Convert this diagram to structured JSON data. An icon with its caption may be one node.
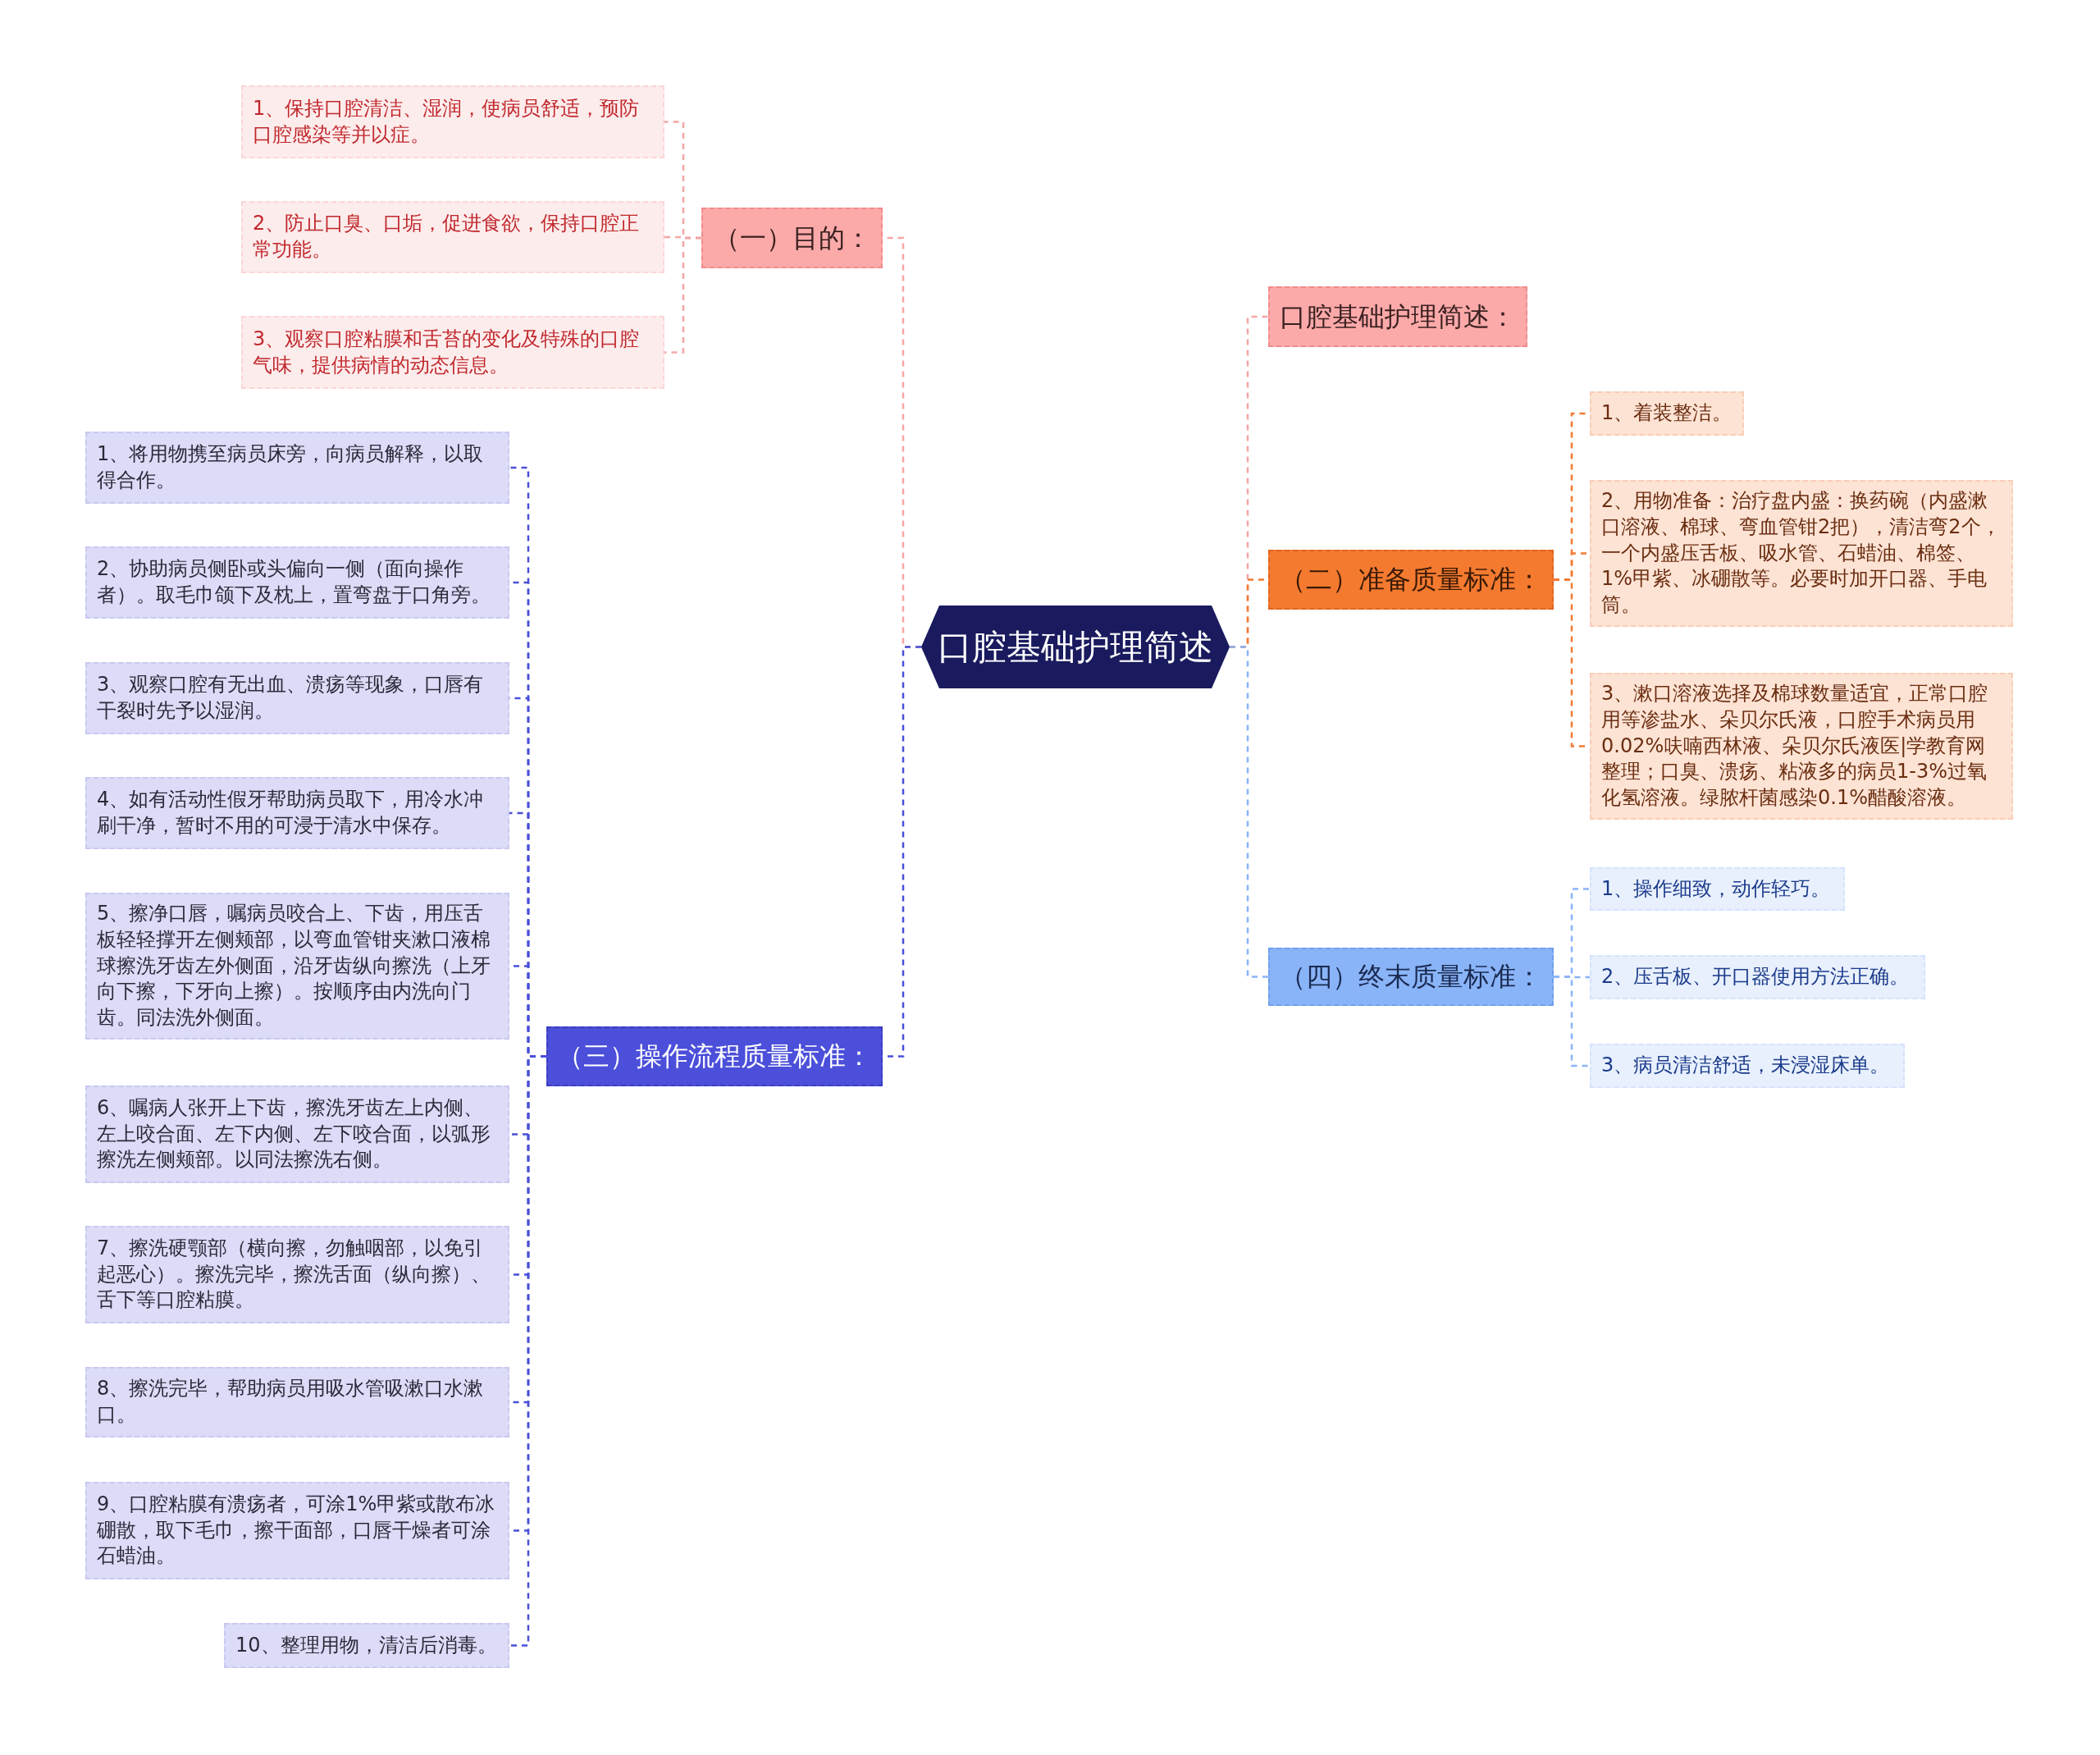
{
  "diagram": {
    "nodes": [
      {
        "text": [
          "口腔基础护理简述"
        ]
      },
      {
        "text": [
          "（一）目的："
        ]
      },
      {
        "text": [
          "1、保持口腔清洁、湿润，使病员舒适，预防口腔感染等并以症。"
        ]
      },
      {
        "text": [
          "2、防止口臭、口垢，促进食欲，保持口腔正常功能。"
        ]
      },
      {
        "text": [
          "3、观察口腔粘膜和舌苔的变化及特殊的口腔气味，提供病情的动态信息。"
        ]
      },
      {
        "text": [
          "（三）操作流程质量标准："
        ]
      },
      {
        "text": [
          "1、将用物携至病员床旁，向病员解释，以取得合作。"
        ]
      },
      {
        "text": [
          "2、协助病员侧卧或头偏向一侧（面向操作者）。取毛巾颌下及枕上，置弯盘于口角旁。"
        ]
      },
      {
        "text": [
          "3、观察口腔有无出血、溃疡等现象，口唇有干裂时先予以湿润。"
        ]
      },
      {
        "text": [
          "4、如有活动性假牙帮助病员取下，用冷水冲刷干净，暂时不用的可浸于清水中保存。"
        ]
      },
      {
        "text": [
          "5、擦净口唇，嘱病员咬合上、下齿，用压舌板轻轻撑开左侧颊部，以弯血管钳夹漱口液棉球擦洗牙齿左外侧面，沿牙齿纵向擦洗（上牙向下擦，下牙向上擦）。按顺序由内洗向门齿。同法洗外侧面。"
        ]
      },
      {
        "text": [
          "6、嘱病人张开上下齿，擦洗牙齿左上内侧、左上咬合面、左下内侧、左下咬合面，以弧形擦洗左侧颊部。以同法擦洗右侧。"
        ]
      },
      {
        "text": [
          "7、擦洗硬颚部（横向擦，勿触咽部，以免引起恶心）。擦洗完毕，擦洗舌面（纵向擦）、舌下等口腔粘膜。"
        ]
      },
      {
        "text": [
          "8、擦洗完毕，帮助病员用吸水管吸漱口水漱口。"
        ]
      },
      {
        "text": [
          "9、口腔粘膜有溃疡者，可涂1%甲紫或散布冰硼散，取下毛巾，擦干面部，口唇干燥者可涂石蜡油。"
        ]
      },
      {
        "text": [
          "10、整理用物，清洁后消毒。"
        ]
      },
      {
        "text": [
          "口腔基础护理简述："
        ]
      },
      {
        "text": [
          "（二）准备质量标准："
        ]
      },
      {
        "text": [
          "1、着装整洁。"
        ]
      },
      {
        "text": [
          "2、用物准备：治疗盘内盛：换药碗（内盛漱口溶液、棉球、弯血管钳2把），清洁弯2个，一个内盛压舌板、吸水管、石蜡油、棉签、1%甲紫、冰硼散等。必要时加开口器、手电筒。"
        ]
      },
      {
        "text": [
          "3、漱口溶液选择及棉球数量适宜，正常口腔用等渗盐水、朵贝尔氏液，口腔手术病员用0.02%呋喃西林液、朵贝尔氏液医|学教育网整理；口臭、溃疡、粘液多的病员1-3%过氧化氢溶液。绿脓杆菌感染0.1%醋酸溶液。"
        ]
      },
      {
        "text": [
          "（四）终末质量标准："
        ]
      },
      {
        "text": [
          "1、操作细致，动作轻巧。"
        ]
      },
      {
        "text": [
          "2、压舌板、开口器使用方法正确。"
        ]
      },
      {
        "text": [
          "3、病员清洁舒适，未浸湿床单。"
        ]
      }
    ],
    "edges": [
      {
        "from": 0,
        "to": 1,
        "arrow": "none",
        "style": "dashed",
        "color": "#f4a6a6"
      },
      {
        "from": 1,
        "to": 2,
        "arrow": "none",
        "style": "dashed",
        "color": "#f4a6a6"
      },
      {
        "from": 1,
        "to": 3,
        "arrow": "none",
        "style": "dashed",
        "color": "#f4a6a6"
      },
      {
        "from": 1,
        "to": 4,
        "arrow": "none",
        "style": "dashed",
        "color": "#f4a6a6"
      },
      {
        "from": 0,
        "to": 5,
        "arrow": "none",
        "style": "dashed",
        "color": "#4a4fd8"
      },
      {
        "from": 5,
        "to": 6,
        "arrow": "none",
        "style": "dashed",
        "color": "#4a4fd8"
      },
      {
        "from": 5,
        "to": 7,
        "arrow": "none",
        "style": "dashed",
        "color": "#4a4fd8"
      },
      {
        "from": 5,
        "to": 8,
        "arrow": "none",
        "style": "dashed",
        "color": "#4a4fd8"
      },
      {
        "from": 5,
        "to": 9,
        "arrow": "none",
        "style": "dashed",
        "color": "#4a4fd8"
      },
      {
        "from": 5,
        "to": 10,
        "arrow": "none",
        "style": "dashed",
        "color": "#4a4fd8"
      },
      {
        "from": 5,
        "to": 11,
        "arrow": "none",
        "style": "dashed",
        "color": "#4a4fd8"
      },
      {
        "from": 5,
        "to": 12,
        "arrow": "none",
        "style": "dashed",
        "color": "#4a4fd8"
      },
      {
        "from": 5,
        "to": 13,
        "arrow": "none",
        "style": "dashed",
        "color": "#4a4fd8"
      },
      {
        "from": 5,
        "to": 14,
        "arrow": "none",
        "style": "dashed",
        "color": "#4a4fd8"
      },
      {
        "from": 5,
        "to": 15,
        "arrow": "none",
        "style": "dashed",
        "color": "#4a4fd8"
      },
      {
        "from": 0,
        "to": 16,
        "arrow": "none",
        "style": "dashed",
        "color": "#f4a6a6"
      },
      {
        "from": 0,
        "to": 17,
        "arrow": "none",
        "style": "dashed",
        "color": "#f47a30"
      },
      {
        "from": 17,
        "to": 18,
        "arrow": "none",
        "style": "dashed",
        "color": "#f47a30"
      },
      {
        "from": 17,
        "to": 19,
        "arrow": "none",
        "style": "dashed",
        "color": "#f47a30"
      },
      {
        "from": 17,
        "to": 20,
        "arrow": "none",
        "style": "dashed",
        "color": "#f47a30"
      },
      {
        "from": 0,
        "to": 21,
        "arrow": "none",
        "style": "dashed",
        "color": "#8ab4f8"
      },
      {
        "from": 21,
        "to": 22,
        "arrow": "none",
        "style": "dashed",
        "color": "#8ab4f8"
      },
      {
        "from": 21,
        "to": 23,
        "arrow": "none",
        "style": "dashed",
        "color": "#8ab4f8"
      },
      {
        "from": 21,
        "to": 24,
        "arrow": "none",
        "style": "dashed",
        "color": "#8ab4f8"
      }
    ]
  }
}
